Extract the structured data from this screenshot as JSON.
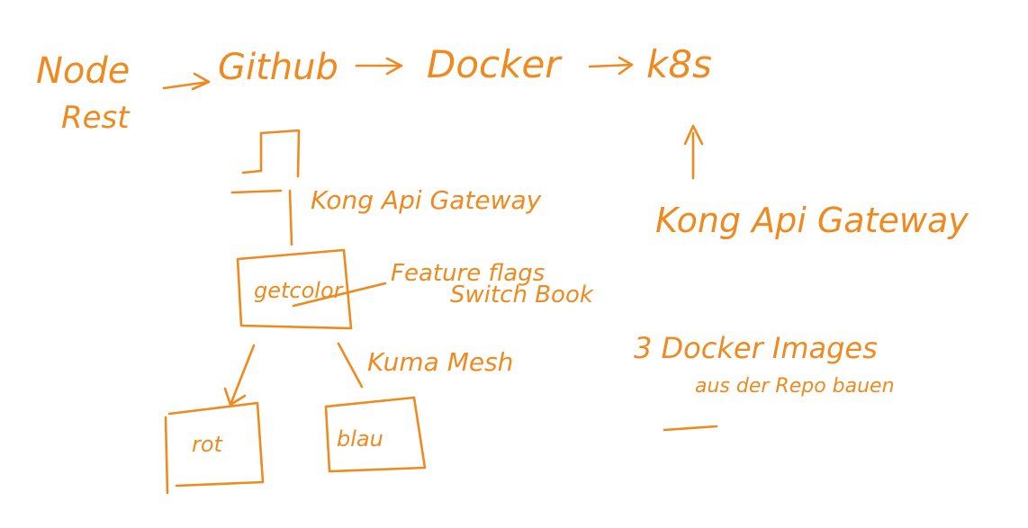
{
  "colors": {
    "ink": "#ee8a1f",
    "background": "#ffffff"
  },
  "pipeline": {
    "source_line1": "Node",
    "source_line2": "Rest",
    "step_github": "Github",
    "step_docker": "Docker",
    "step_k8s": "k8s"
  },
  "gateway_left": "Kong Api Gateway",
  "gateway_right": "Kong Api Gateway",
  "box_getcolor": "getcolor",
  "feature_flags_line1": "Feature flags",
  "feature_flags_line2": "Switch Book",
  "mesh_label": "Kuma Mesh",
  "box_rot": "rot",
  "box_blau": "blau",
  "note_line1": "3 Docker Images",
  "note_line2": "aus der Repo bauen"
}
